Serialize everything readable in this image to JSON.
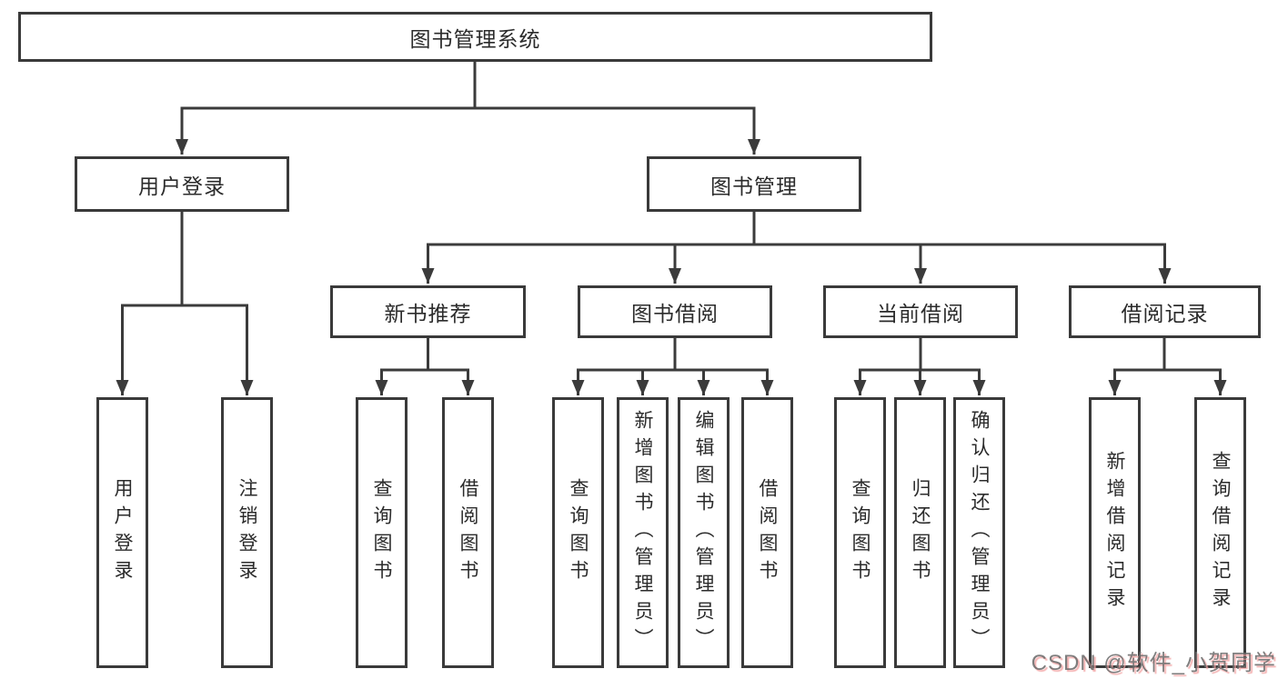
{
  "tree": {
    "root": "图书管理系统",
    "branches": [
      {
        "label": "用户登录",
        "children": [
          "用户登录",
          "注销登录"
        ]
      },
      {
        "label": "图书管理",
        "groups": [
          {
            "label": "新书推荐",
            "children": [
              "查询图书",
              "借阅图书"
            ]
          },
          {
            "label": "图书借阅",
            "children": [
              "查询图书",
              "新增图书（管理员）",
              "编辑图书（管理员）",
              "借阅图书"
            ]
          },
          {
            "label": "当前借阅",
            "children": [
              "查询图书",
              "归还图书",
              "确认归还（管理员）"
            ]
          },
          {
            "label": "借阅记录",
            "children": [
              "新增借阅记录",
              "查询借阅记录"
            ]
          }
        ]
      }
    ]
  },
  "watermark": {
    "text": "CSDN @软件_小贺同学"
  },
  "colors": {
    "box_border": "#3a3a3a",
    "connector_line": "#3b3b3b",
    "text": "#2b2b2b",
    "watermark_gray": "#6c6c6c",
    "watermark_pink": "#f2a3a3",
    "background": "#ffffff"
  }
}
